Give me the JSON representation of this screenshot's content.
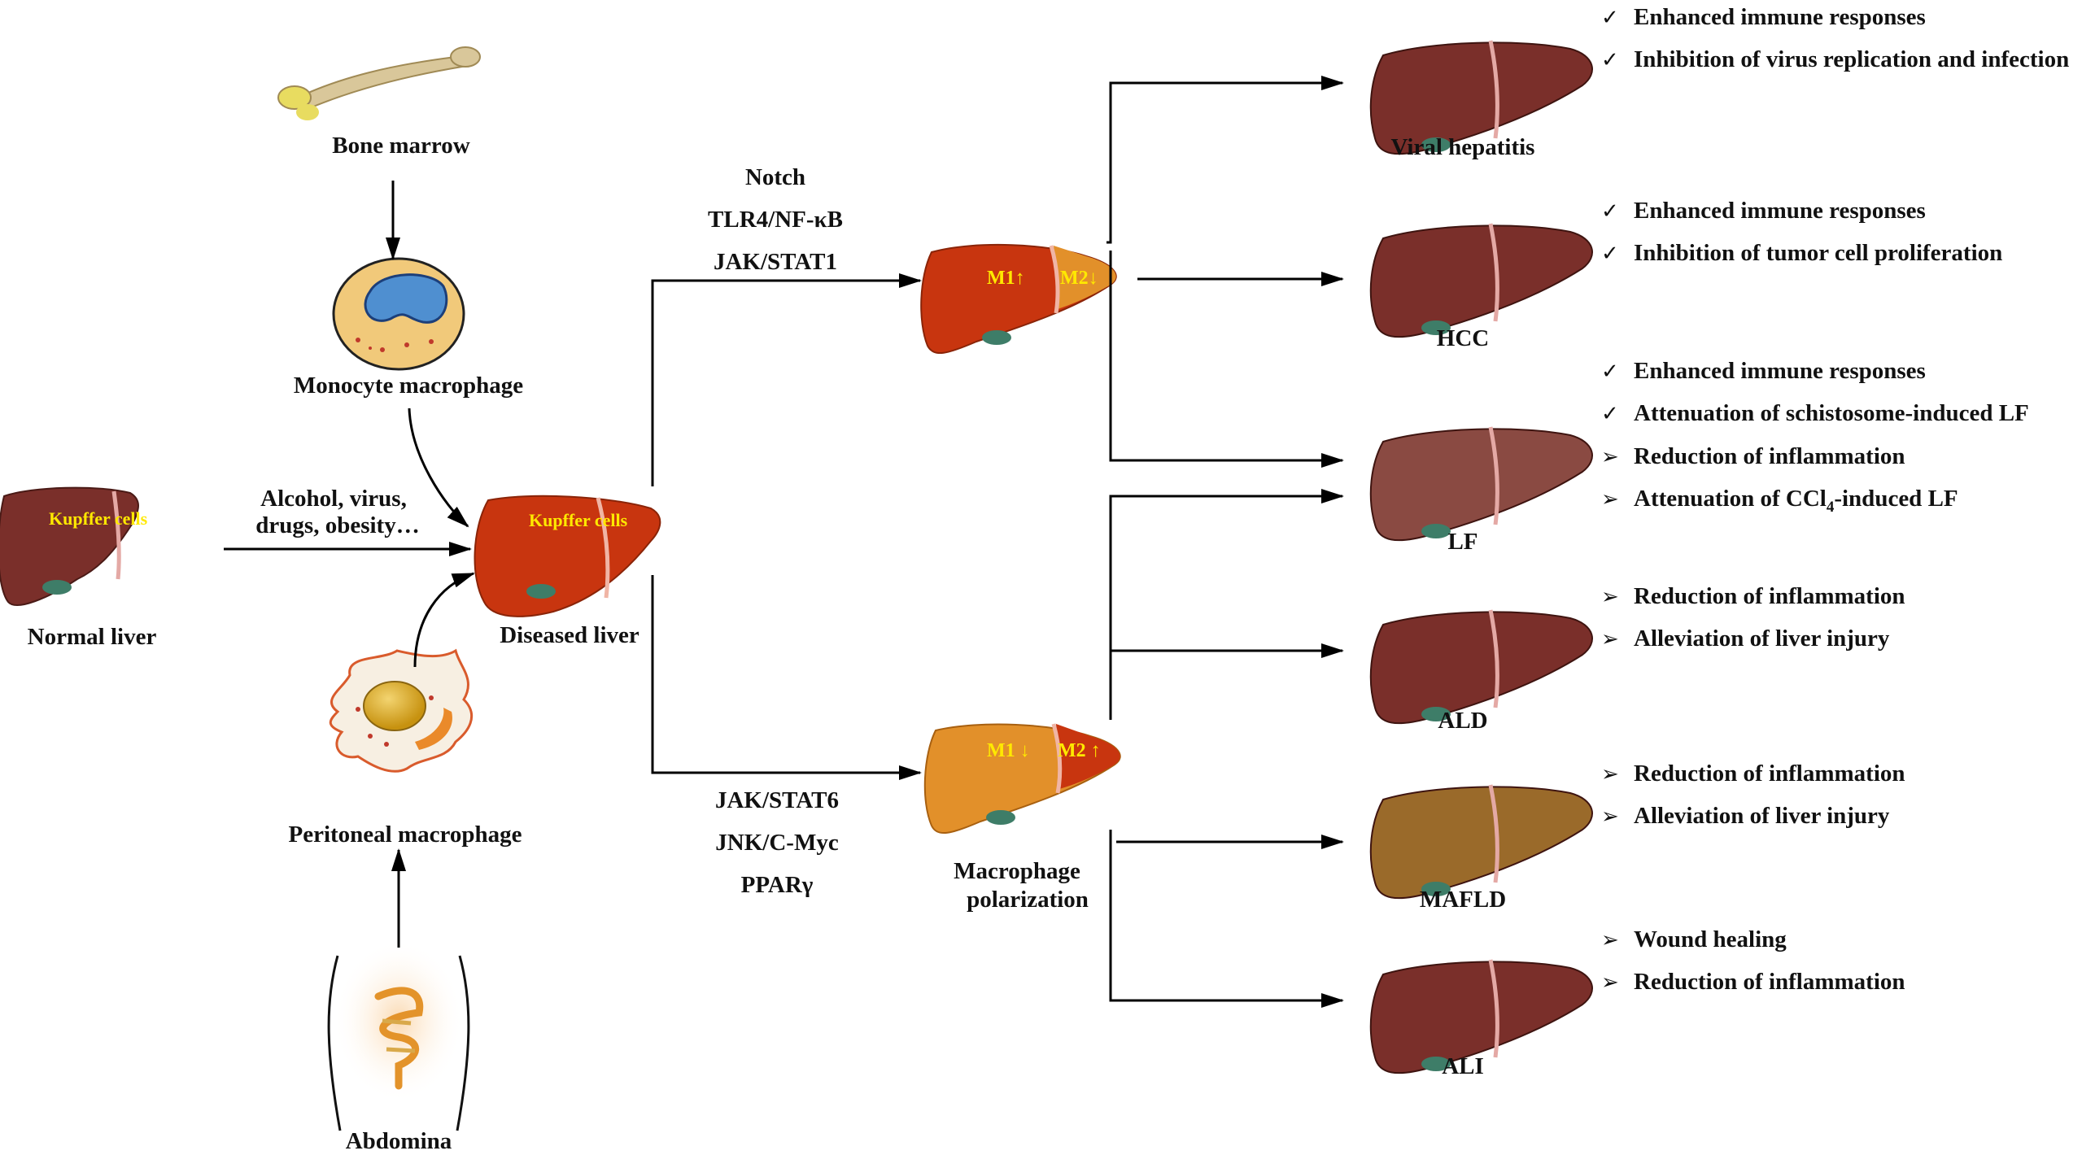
{
  "sources": {
    "bone_marrow": "Bone marrow",
    "monocyte": "Monocyte macrophage",
    "peritoneal": "Peritoneal macrophage",
    "abdomina": "Abdomina"
  },
  "normal_liver": {
    "label": "Normal liver",
    "cell_label": "Kupffer cells"
  },
  "triggers": {
    "line1": "Alcohol, virus,",
    "line2": "drugs, obesity…"
  },
  "diseased_liver": {
    "label": "Diseased liver",
    "cell_label": "Kupffer cells"
  },
  "pathways_m1": [
    "Notch",
    "TLR4/NF-κB",
    "JAK/STAT1"
  ],
  "pathways_m2": [
    "JAK/STAT6",
    "JNK/C-Myc",
    "PPARγ"
  ],
  "m1_liver": {
    "m1": "M1↑",
    "m2": "M2↓"
  },
  "m2_liver": {
    "m1": "M1 ↓",
    "m2": "M2 ↑",
    "label_line1": "Macrophage",
    "label_line2": "polarization"
  },
  "diseases": [
    {
      "name": "Viral hepatitis",
      "color": "#7a2f2a",
      "effects": [
        {
          "marker": "check",
          "text": "Enhanced immune responses"
        },
        {
          "marker": "check",
          "text": "Inhibition of virus replication and infection"
        }
      ]
    },
    {
      "name": "HCC",
      "color": "#7a2f2a",
      "effects": [
        {
          "marker": "check",
          "text": "Enhanced immune responses"
        },
        {
          "marker": "check",
          "text": "Inhibition of tumor cell proliferation"
        }
      ]
    },
    {
      "name": "LF",
      "color": "#8a4a42",
      "effects": [
        {
          "marker": "check",
          "text": "Enhanced immune responses"
        },
        {
          "marker": "check",
          "text": "Attenuation of schistosome-induced LF"
        },
        {
          "marker": "arrow",
          "text": "Reduction of inflammation"
        },
        {
          "marker": "arrow",
          "text": "Attenuation of CCl4-induced LF"
        }
      ]
    },
    {
      "name": "ALD",
      "color": "#7a2f2a",
      "effects": [
        {
          "marker": "arrow",
          "text": "Reduction of inflammation"
        },
        {
          "marker": "arrow",
          "text": "Alleviation of liver injury"
        }
      ]
    },
    {
      "name": "MAFLD",
      "color": "#9a6a2a",
      "effects": [
        {
          "marker": "arrow",
          "text": "Reduction of inflammation"
        },
        {
          "marker": "arrow",
          "text": "Alleviation of liver injury"
        }
      ]
    },
    {
      "name": "ALI",
      "color": "#7a2f2a",
      "effects": [
        {
          "marker": "arrow",
          "text": "Wound healing"
        },
        {
          "marker": "arrow",
          "text": "Reduction of inflammation"
        }
      ]
    }
  ],
  "markers": {
    "check": "✓",
    "arrow": "➢"
  },
  "colors": {
    "normal_liver": "#7a2f2a",
    "diseased_liver": "#c8350f",
    "m2_lobe": "#e2902a",
    "kupffer_text": "#ffe900"
  }
}
